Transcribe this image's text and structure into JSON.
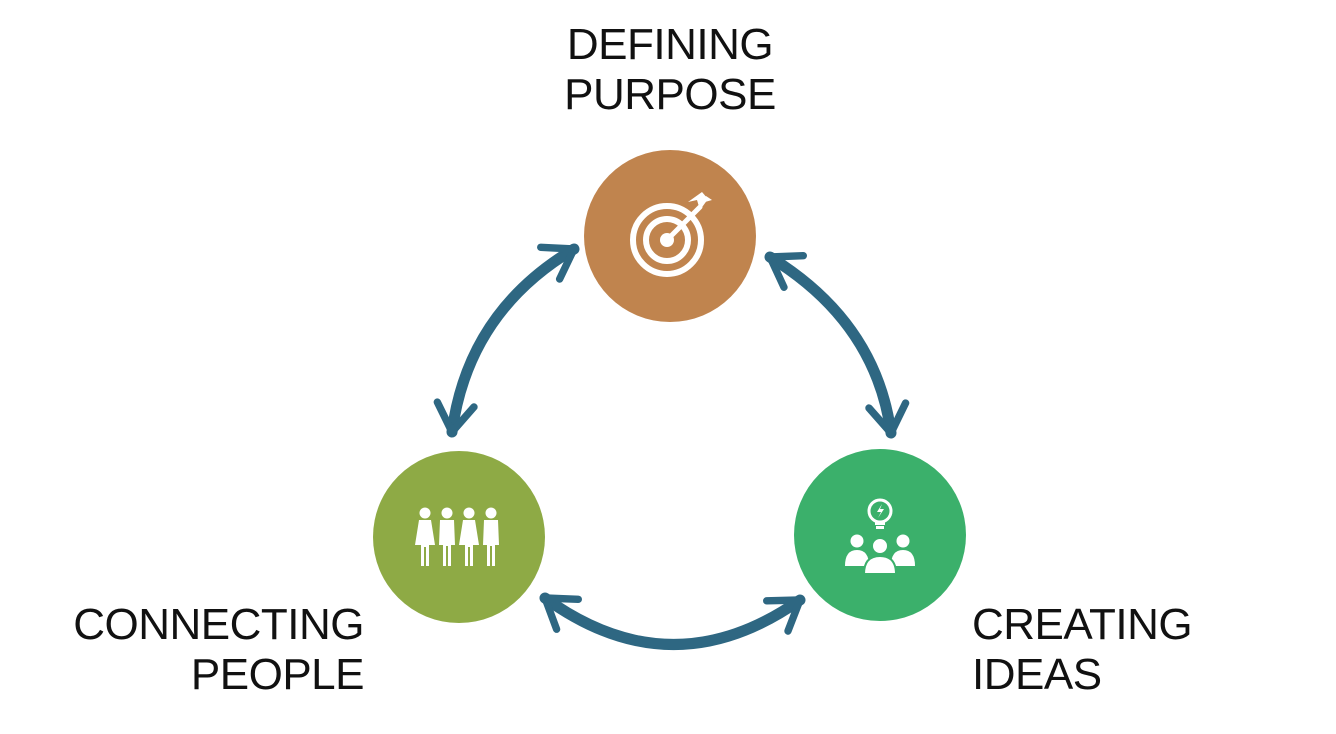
{
  "colors": {
    "arrow": "#2e6782",
    "node_top": "#c0844e",
    "node_left": "#8eaa45",
    "node_right": "#3bb06b",
    "icon": "#ffffff",
    "text": "#111111"
  },
  "nodes": {
    "top": {
      "line1": "DEFINING",
      "line2": "PURPOSE",
      "icon": "target-arrow-icon"
    },
    "left": {
      "line1": "CONNECTING",
      "line2": "PEOPLE",
      "icon": "people-group-icon"
    },
    "right": {
      "line1": "CREATING",
      "line2": "IDEAS",
      "icon": "lightbulb-team-icon"
    }
  }
}
